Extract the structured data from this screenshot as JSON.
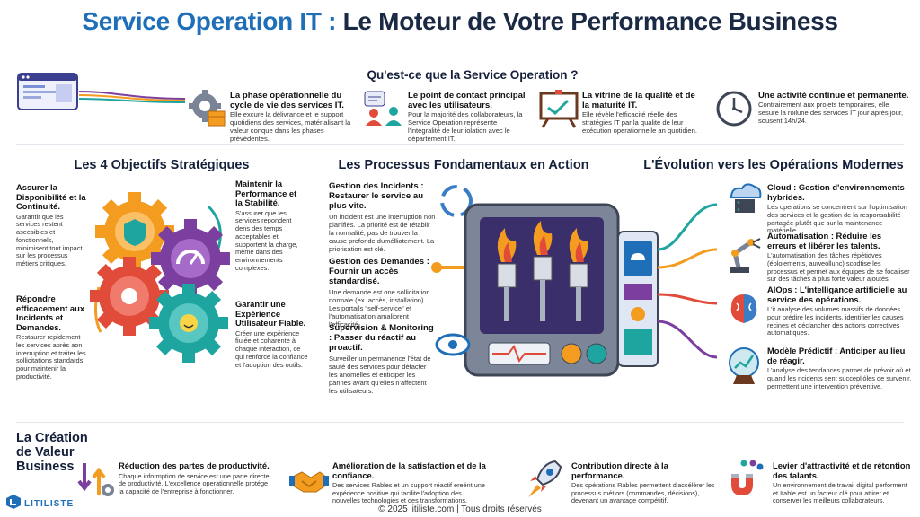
{
  "header": {
    "title_part1": "Service Operation IT :",
    "title_part2": "Le Moteur de Votre Performance Business"
  },
  "what_is": {
    "heading": "Qu'est-ce que la Service Operation ?",
    "cards": [
      {
        "title": "La phase opérationnelle du cycle de vie des services IT.",
        "body": "Elle excure la délivrance et le support quotidiens des services, matérialisant la valeur conque dans les phases prévédentes.",
        "icon": "gear-box-icon"
      },
      {
        "title": "Le point de contact principal avec les utilisateurs.",
        "body": "Pour la majorité des collaborateurs, la Service Operation représente l'intégralité de leur iolation avec le département IT.",
        "icon": "users-contact-icon"
      },
      {
        "title": "La vitrine de la qualité et de la maturité IT.",
        "body": "Elle révèle l'efficacité réelle des stratégies IT par la qualité de leur exécution operationnelle an quotidien.",
        "icon": "presentation-board-icon"
      },
      {
        "title": "Une activité continue et permanente.",
        "body": "Contrairement aux projets temporaires, elle sesure la roilune des services IT jour après jour, sousent 14h/24.",
        "icon": "clock-icon"
      }
    ]
  },
  "objectives": {
    "heading": "Les 4 Objectifs Stratégiques",
    "items": [
      {
        "title": "Assurer la Disponibilité et la Continuité.",
        "body": "Garantir que les services restent aseesibles et fonctionnels, minimisent tout impact sur les processus métiers critiques."
      },
      {
        "title": "Maintenir la Performance et la Stabilité.",
        "body": "S'assurer que les services repondent dens des temps acceptables et supportent la charge, même dans des environnements complexes."
      },
      {
        "title": "Répondre efficacement aux Incidents et Demandes.",
        "body": "Restaurer repidement les services après aon interruption et traiter les sollicitations standards pour maintenir la productivité."
      },
      {
        "title": "Garantir une Expérience Utilisateur Fiable.",
        "body": "Créer une expérience fiulée et coharente à chaque interaction, ce qui renforce la confiance et l'adoption des outils."
      }
    ]
  },
  "processes": {
    "heading": "Les Processus Fondamentaux en Action",
    "items": [
      {
        "title": "Gestion des Incidents : Restaurer le service au plus vite.",
        "body": "Un incident est une interruption non planifiés. La priorité est de rétablir la normalité, pas de trouver la cause profonde dumélliatement. La priorisation est clé."
      },
      {
        "title": "Gestion des Demandes : Fournir un accès standardisé.",
        "body": "Une demande est one sollicitation normale (ex. accès, installation). Les portails \"self-service\" et l'automatisation amaliorent l'efficacité."
      },
      {
        "title": "Supervision & Monitoring : Passer du réactif au proactif.",
        "body": "Surveiller un permanence l'état de sauté des services pour détacter les anomelles et enticiper les pannes avant qu'elles n'affectent les utilisateurs."
      }
    ]
  },
  "evolution": {
    "heading": "L'Évolution vers les Opérations Modernes",
    "items": [
      {
        "title": "Cloud : Gestion d'environnements hybrides.",
        "body": "Les operations se concentrent sur l'optimisation des services et la gestion de la responsabilité partagée plutôt que sur la maintenance matérielle.",
        "icon": "cloud-server-icon"
      },
      {
        "title": "Automatisation : Réduire les erreurs et libérer les talents.",
        "body": "L'automatisation des tâches répétidves (éploiements, auweollunc) scodtise les processus et permet aux équipes de se focaliser sur des tâches à plus forte valeur ajoutés.",
        "icon": "robot-arm-icon"
      },
      {
        "title": "AIOps : L'intelligance artificielle au service des opérations.",
        "body": "L'it analyse des volumes massifs de données pour prédire les incidents, identifier les causes recines et déclancher des actions correctives automatiques.",
        "icon": "ai-brain-icon"
      },
      {
        "title": "Modèle Prédictif : Anticiper au lieu de réagir.",
        "body": "L'analyse des tendances parmet de prévoir où et quand les ncidents sent succepllóles de survenir, permettent une intervention préventive.",
        "icon": "crystal-ball-icon"
      }
    ]
  },
  "value": {
    "heading_line1": "La Création",
    "heading_line2": "de Valeur",
    "heading_line3": "Business",
    "items": [
      {
        "title": "Réduction des partes de productivité.",
        "body": "Chaque informption de service est une parte directe de productivité. L'excellence operationnelle protége la capacité de l'entreprise à fonctionner.",
        "icon": "productivity-arrows-icon"
      },
      {
        "title": "Amélioration de la satisfaction et de la confiance.",
        "body": "Des services Rables et un support réactif ereént une expérience positive qui facilite l'adoption des nouvelles technologies et des transformations.",
        "icon": "handshake-icon"
      },
      {
        "title": "Contribution directe à la performance.",
        "body": "Des opérations Rables permettent d'accélérer les processus métiors (commandes, décisions), devenant un avantage compétitif.",
        "icon": "rocket-icon"
      },
      {
        "title": "Levier d'attractivité et de rétontion des talants.",
        "body": "Un environnement de travail digital performent et Itable est un facteur clé pour attirer et conserver les meilleurs collaborateurs.",
        "icon": "magnet-talent-icon"
      }
    ]
  },
  "brand": {
    "logo": "LITILISTE"
  },
  "footer": {
    "text": "© 2025 litiliste.com | Tous droits réservés"
  },
  "colors": {
    "accent": "#1f6fb8",
    "orange": "#f39c1f",
    "purple": "#7b3fa0",
    "red": "#e04b3a",
    "teal": "#1fa5a0"
  }
}
